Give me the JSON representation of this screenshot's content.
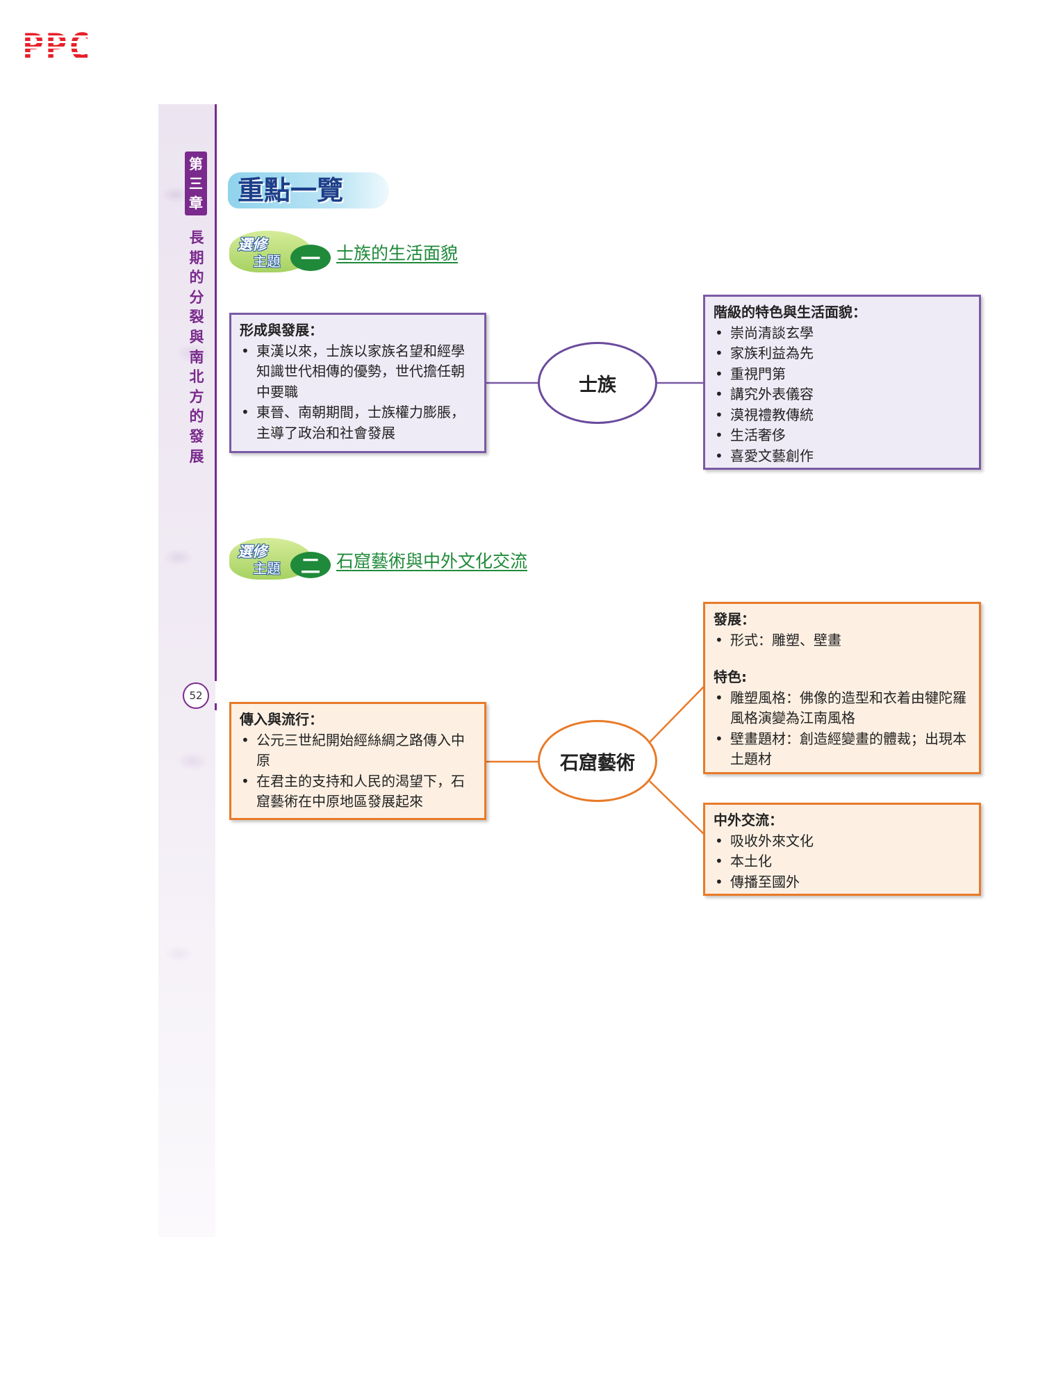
{
  "logo": "PPC",
  "sidebar": {
    "chapter_label": "第三章",
    "chapter_title": "長期的分裂與南北方的發展",
    "page_number": "52"
  },
  "heading": "重點一覽",
  "topic1": {
    "badge_line1": "選修",
    "badge_line2": "主題",
    "number": "一",
    "title": "士族的生活面貌",
    "center": "士族",
    "left_box": {
      "title": "形成與發展：",
      "items": [
        "東漢以來，士族以家族名望和經學知識世代相傳的優勢，世代擔任朝中要職",
        "東晉、南朝期間，士族權力膨脹，主導了政治和社會發展"
      ]
    },
    "right_box": {
      "title": "階級的特色與生活面貌：",
      "items": [
        "崇尚清談玄學",
        "家族利益為先",
        "重視門第",
        "講究外表儀容",
        "漠視禮教傳統",
        "生活奢侈",
        "喜愛文藝創作"
      ]
    }
  },
  "topic2": {
    "badge_line1": "選修",
    "badge_line2": "主題",
    "number": "二",
    "title": "石窟藝術與中外文化交流",
    "center": "石窟藝術",
    "left_box": {
      "title": "傳入與流行：",
      "items": [
        "公元三世紀開始經絲綢之路傳入中原",
        "在君主的支持和人民的渴望下，石窟藝術在中原地區發展起來"
      ]
    },
    "right_top_box": {
      "title1": "發展：",
      "items1": [
        "形式：雕塑、壁畫"
      ],
      "title2": "特色:",
      "items2": [
        "雕塑風格：佛像的造型和衣着由犍陀羅風格演變為江南風格",
        "壁畫題材：創造經變畫的體裁；出現本土題材"
      ]
    },
    "right_bottom_box": {
      "title": "中外交流：",
      "items": [
        "吸收外來文化",
        "本土化",
        "傳播至國外"
      ]
    }
  },
  "colors": {
    "purple_border": "#7a5aa5",
    "purple_fill": "#efebf6",
    "orange_border": "#e87a28",
    "orange_fill": "#fdf0e3",
    "topic_green": "#1f8a3a",
    "chapter_purple": "#7a2a8c",
    "heading_blue": "#1c3f8a"
  }
}
